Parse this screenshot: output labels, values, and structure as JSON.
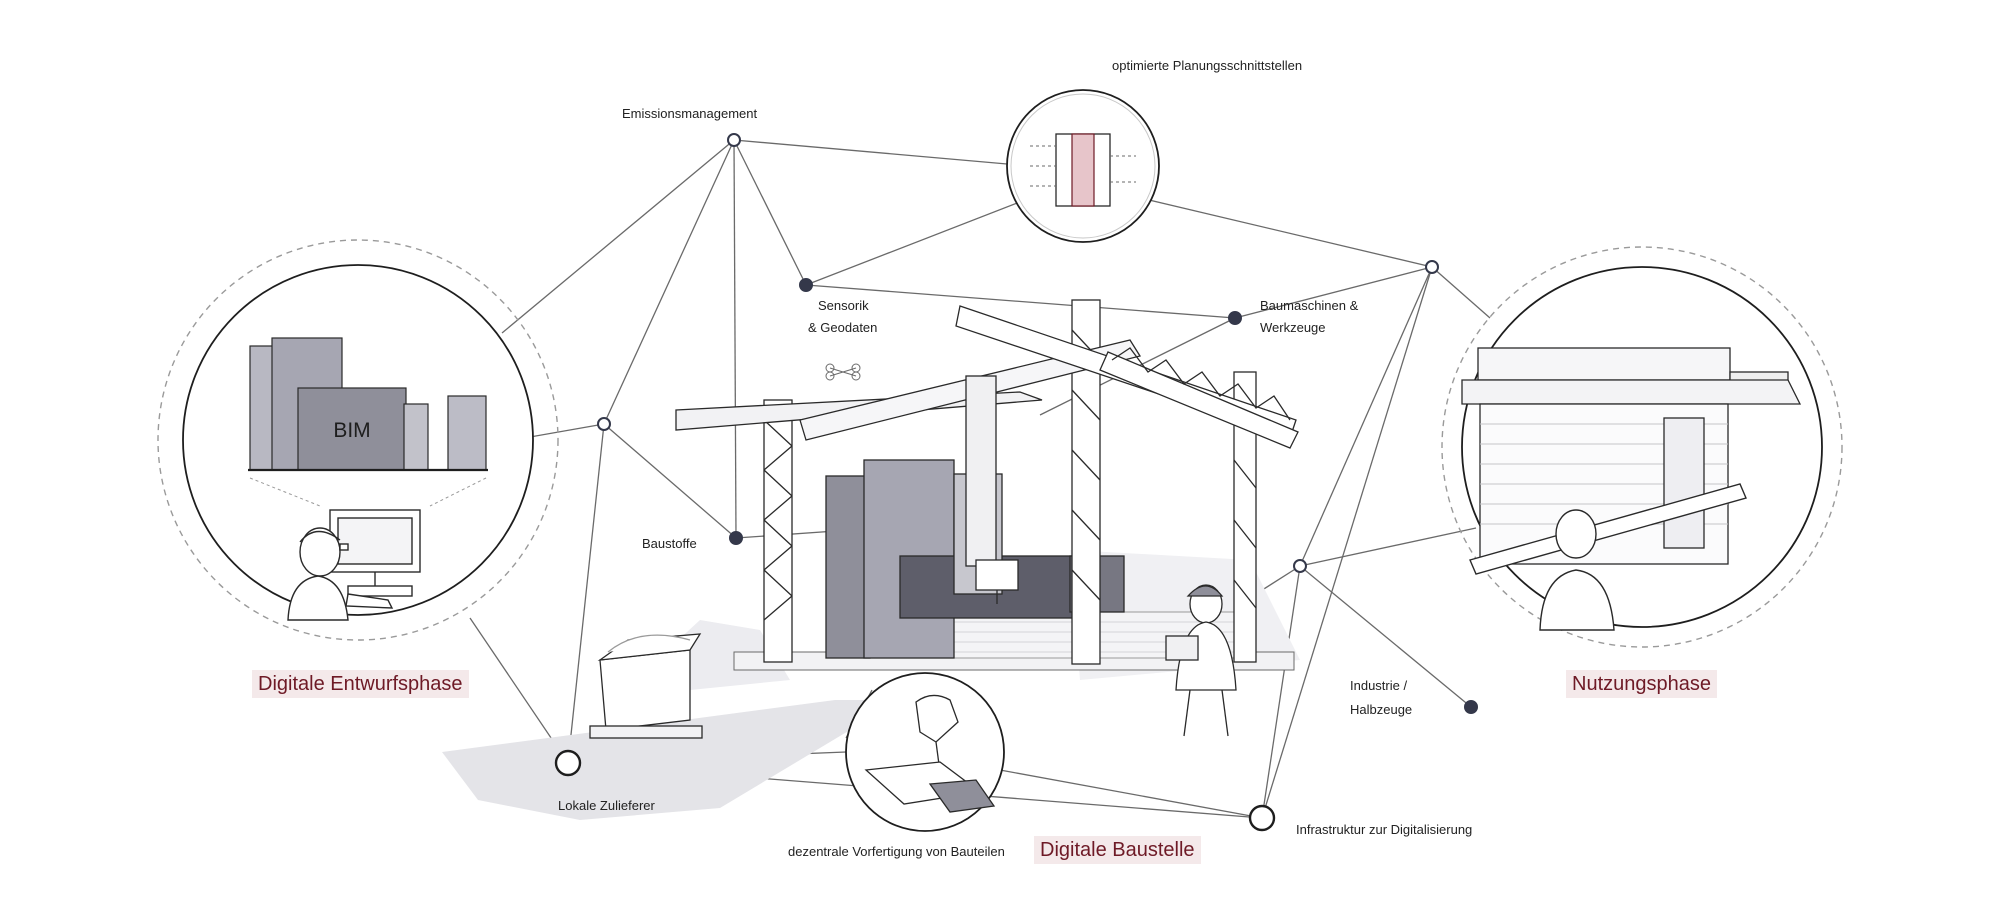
{
  "labels": {
    "planning": "optimierte Planungsschnittstellen",
    "emission": "Emissionsmanagement",
    "sensor_1": "Sensorik",
    "sensor_2": "& Geodaten",
    "machines_1": "Baumaschinen &",
    "machines_2": "Werkzeuge",
    "materials": "Baustoffe",
    "industry_1": "Industrie /",
    "industry_2": "Halbzeuge",
    "suppliers": "Lokale Zulieferer",
    "prefab": "dezentrale Vorfertigung von Bauteilen",
    "infra": "Infrastruktur zur Digitalisierung"
  },
  "bim_label": "BIM",
  "phases": {
    "design": "Digitale Entwurfsphase",
    "site": "Digitale Baustelle",
    "use": "Nutzungsphase"
  },
  "colors": {
    "accent": "#6e1a26",
    "accent_bg": "#f4e9ea",
    "line": "#6a6a6a",
    "node_dark": "#34384a",
    "panel": "#8f8f9a",
    "panel_light": "#c7c7ce"
  }
}
